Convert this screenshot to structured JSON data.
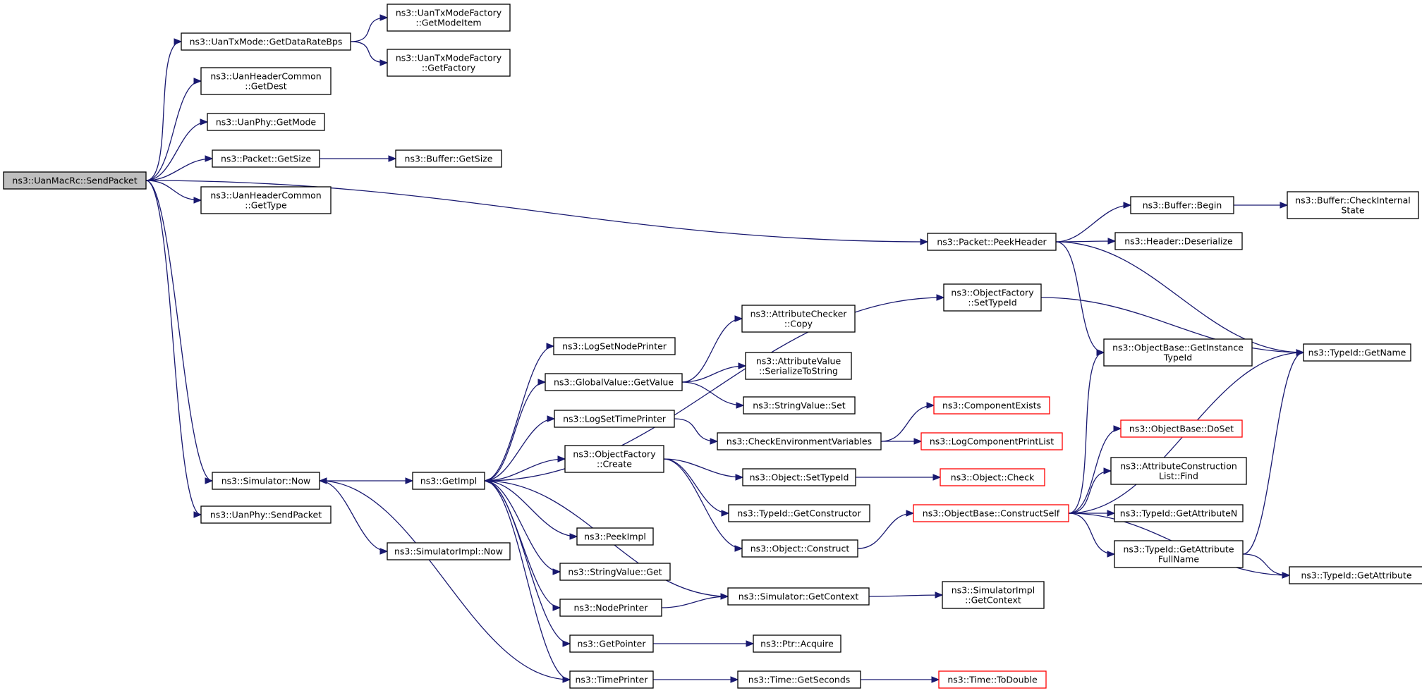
{
  "diagram": {
    "nodes": [
      {
        "id": "sendpacket",
        "lines": [
          "ns3::UanMacRc::SendPacket"
        ],
        "root": true
      },
      {
        "id": "getdataratebps",
        "lines": [
          "ns3::UanTxMode::GetDataRateBps"
        ]
      },
      {
        "id": "getmodeitem",
        "lines": [
          "ns3::UanTxModeFactory",
          "::GetModeItem"
        ]
      },
      {
        "id": "getfactory",
        "lines": [
          "ns3::UanTxModeFactory",
          "::GetFactory"
        ]
      },
      {
        "id": "getdest",
        "lines": [
          "ns3::UanHeaderCommon",
          "::GetDest"
        ]
      },
      {
        "id": "getmode",
        "lines": [
          "ns3::UanPhy::GetMode"
        ]
      },
      {
        "id": "packetgetsize",
        "lines": [
          "ns3::Packet::GetSize"
        ]
      },
      {
        "id": "buffergetsize",
        "lines": [
          "ns3::Buffer::GetSize"
        ]
      },
      {
        "id": "gettype",
        "lines": [
          "ns3::UanHeaderCommon",
          "::GetType"
        ]
      },
      {
        "id": "peekheader",
        "lines": [
          "ns3::Packet::PeekHeader"
        ]
      },
      {
        "id": "bufferbegin",
        "lines": [
          "ns3::Buffer::Begin"
        ]
      },
      {
        "id": "checkinternal",
        "lines": [
          "ns3::Buffer::CheckInternal",
          "State"
        ]
      },
      {
        "id": "deserialize",
        "lines": [
          "ns3::Header::Deserialize"
        ]
      },
      {
        "id": "settypeid_of",
        "lines": [
          "ns3::ObjectFactory",
          "::SetTypeId"
        ]
      },
      {
        "id": "getinstancetypeid",
        "lines": [
          "ns3::ObjectBase::GetInstance",
          "TypeId"
        ]
      },
      {
        "id": "typeidgetname",
        "lines": [
          "ns3::TypeId::GetName"
        ]
      },
      {
        "id": "checkercopy",
        "lines": [
          "ns3::AttributeChecker",
          "::Copy"
        ]
      },
      {
        "id": "logsetnodeprinter",
        "lines": [
          "ns3::LogSetNodePrinter"
        ]
      },
      {
        "id": "serializetostring",
        "lines": [
          "ns3::AttributeValue",
          "::SerializeToString"
        ]
      },
      {
        "id": "globalvaluegetvalue",
        "lines": [
          "ns3::GlobalValue::GetValue"
        ]
      },
      {
        "id": "stringvalueset",
        "lines": [
          "ns3::StringValue::Set"
        ]
      },
      {
        "id": "componentexists",
        "lines": [
          "ns3::ComponentExists"
        ],
        "red": true
      },
      {
        "id": "logsettimeprinter",
        "lines": [
          "ns3::LogSetTimePrinter"
        ]
      },
      {
        "id": "checkenv",
        "lines": [
          "ns3::CheckEnvironmentVariables"
        ]
      },
      {
        "id": "logcomponentprintlist",
        "lines": [
          "ns3::LogComponentPrintList"
        ],
        "red": true
      },
      {
        "id": "doset",
        "lines": [
          "ns3::ObjectBase::DoSet"
        ],
        "red": true
      },
      {
        "id": "objectfactorycreate",
        "lines": [
          "ns3::ObjectFactory",
          "::Create"
        ]
      },
      {
        "id": "attrconstructionfind",
        "lines": [
          "ns3::AttributeConstruction",
          "List::Find"
        ]
      },
      {
        "id": "simulatornow",
        "lines": [
          "ns3::Simulator::Now"
        ]
      },
      {
        "id": "getimpl",
        "lines": [
          "ns3::GetImpl"
        ]
      },
      {
        "id": "objectsettypeid",
        "lines": [
          "ns3::Object::SetTypeId"
        ]
      },
      {
        "id": "objectcheck",
        "lines": [
          "ns3::Object::Check"
        ],
        "red": true
      },
      {
        "id": "uanphysendpacket",
        "lines": [
          "ns3::UanPhy::SendPacket"
        ]
      },
      {
        "id": "getconstructor",
        "lines": [
          "ns3::TypeId::GetConstructor"
        ]
      },
      {
        "id": "constructself",
        "lines": [
          "ns3::ObjectBase::ConstructSelf"
        ],
        "red": true
      },
      {
        "id": "getattributen",
        "lines": [
          "ns3::TypeId::GetAttributeN"
        ]
      },
      {
        "id": "peekimpl",
        "lines": [
          "ns3::PeekImpl"
        ]
      },
      {
        "id": "simulatorimplnow",
        "lines": [
          "ns3::SimulatorImpl::Now"
        ]
      },
      {
        "id": "objectconstruct",
        "lines": [
          "ns3::Object::Construct"
        ]
      },
      {
        "id": "getattributefullname",
        "lines": [
          "ns3::TypeId::GetAttribute",
          "FullName"
        ]
      },
      {
        "id": "stringvalueget",
        "lines": [
          "ns3::StringValue::Get"
        ]
      },
      {
        "id": "typeidgetattribute",
        "lines": [
          "ns3::TypeId::GetAttribute"
        ]
      },
      {
        "id": "simulatorgetcontext",
        "lines": [
          "ns3::Simulator::GetContext"
        ]
      },
      {
        "id": "simimplgetcontext",
        "lines": [
          "ns3::SimulatorImpl",
          "::GetContext"
        ]
      },
      {
        "id": "nodeprinter",
        "lines": [
          "ns3::NodePrinter"
        ]
      },
      {
        "id": "getpointer",
        "lines": [
          "ns3::GetPointer"
        ]
      },
      {
        "id": "ptracquire",
        "lines": [
          "ns3::Ptr::Acquire"
        ]
      },
      {
        "id": "timeprinter",
        "lines": [
          "ns3::TimePrinter"
        ]
      },
      {
        "id": "timegetseconds",
        "lines": [
          "ns3::Time::GetSeconds"
        ]
      },
      {
        "id": "timetodouble",
        "lines": [
          "ns3::Time::ToDouble"
        ],
        "red": true
      }
    ],
    "edges": [
      [
        "sendpacket",
        "getdataratebps"
      ],
      [
        "sendpacket",
        "getdest"
      ],
      [
        "sendpacket",
        "getmode"
      ],
      [
        "sendpacket",
        "packetgetsize"
      ],
      [
        "sendpacket",
        "gettype"
      ],
      [
        "sendpacket",
        "peekheader"
      ],
      [
        "sendpacket",
        "simulatornow"
      ],
      [
        "sendpacket",
        "uanphysendpacket"
      ],
      [
        "getdataratebps",
        "getmodeitem"
      ],
      [
        "getdataratebps",
        "getfactory"
      ],
      [
        "packetgetsize",
        "buffergetsize"
      ],
      [
        "peekheader",
        "bufferbegin"
      ],
      [
        "peekheader",
        "deserialize"
      ],
      [
        "peekheader",
        "getinstancetypeid"
      ],
      [
        "peekheader",
        "typeidgetname"
      ],
      [
        "bufferbegin",
        "checkinternal"
      ],
      [
        "simulatornow",
        "getimpl"
      ],
      [
        "simulatornow",
        "simulatorimplnow"
      ],
      [
        "getimpl",
        "settypeid_of"
      ],
      [
        "getimpl",
        "logsetnodeprinter"
      ],
      [
        "getimpl",
        "globalvaluegetvalue"
      ],
      [
        "getimpl",
        "logsettimeprinter"
      ],
      [
        "getimpl",
        "objectfactorycreate"
      ],
      [
        "getimpl",
        "peekimpl"
      ],
      [
        "getimpl",
        "stringvalueget"
      ],
      [
        "getimpl",
        "nodeprinter"
      ],
      [
        "getimpl",
        "getpointer"
      ],
      [
        "getimpl",
        "timeprinter"
      ],
      [
        "settypeid_of",
        "typeidgetname"
      ],
      [
        "globalvaluegetvalue",
        "checkercopy"
      ],
      [
        "globalvaluegetvalue",
        "serializetostring"
      ],
      [
        "globalvaluegetvalue",
        "stringvalueset"
      ],
      [
        "logsettimeprinter",
        "checkenv"
      ],
      [
        "checkenv",
        "componentexists"
      ],
      [
        "checkenv",
        "logcomponentprintlist"
      ],
      [
        "objectfactorycreate",
        "objectsettypeid"
      ],
      [
        "objectfactorycreate",
        "getconstructor"
      ],
      [
        "objectfactorycreate",
        "objectconstruct"
      ],
      [
        "objectsettypeid",
        "objectcheck"
      ],
      [
        "objectconstruct",
        "constructself"
      ],
      [
        "constructself",
        "getinstancetypeid"
      ],
      [
        "constructself",
        "typeidgetname"
      ],
      [
        "constructself",
        "doset"
      ],
      [
        "constructself",
        "attrconstructionfind"
      ],
      [
        "constructself",
        "getattributen"
      ],
      [
        "constructself",
        "getattributefullname"
      ],
      [
        "constructself",
        "typeidgetattribute"
      ],
      [
        "getattributefullname",
        "typeidgetname"
      ],
      [
        "getattributefullname",
        "typeidgetattribute"
      ],
      [
        "simulatorgetcontext",
        "getimpl"
      ],
      [
        "simulatorgetcontext",
        "simimplgetcontext"
      ],
      [
        "nodeprinter",
        "simulatorgetcontext"
      ],
      [
        "getpointer",
        "ptracquire"
      ],
      [
        "timeprinter",
        "simulatornow"
      ],
      [
        "timeprinter",
        "timegetseconds"
      ],
      [
        "timegetseconds",
        "timetodouble"
      ]
    ]
  }
}
